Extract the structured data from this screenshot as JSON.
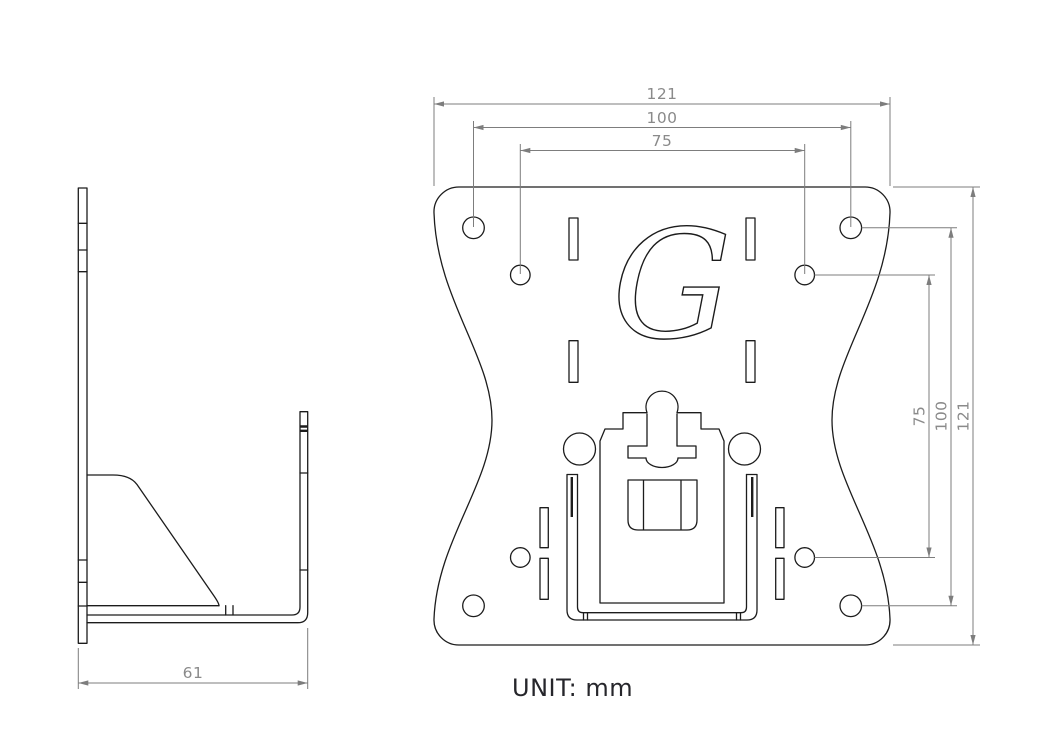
{
  "drawing": {
    "unit_note": "UNIT: mm",
    "logo_letter": "G",
    "colors": {
      "part_line": "#1c1c1c",
      "dimension_line": "#7d7d7d",
      "dimension_text": "#8a8a8a",
      "background": "#ffffff"
    },
    "views": {
      "front": {
        "dims_top": [
          "121",
          "100",
          "75"
        ],
        "dims_right": [
          "75",
          "100",
          "121"
        ]
      },
      "side": {
        "dims_bottom": [
          "61"
        ]
      }
    }
  }
}
